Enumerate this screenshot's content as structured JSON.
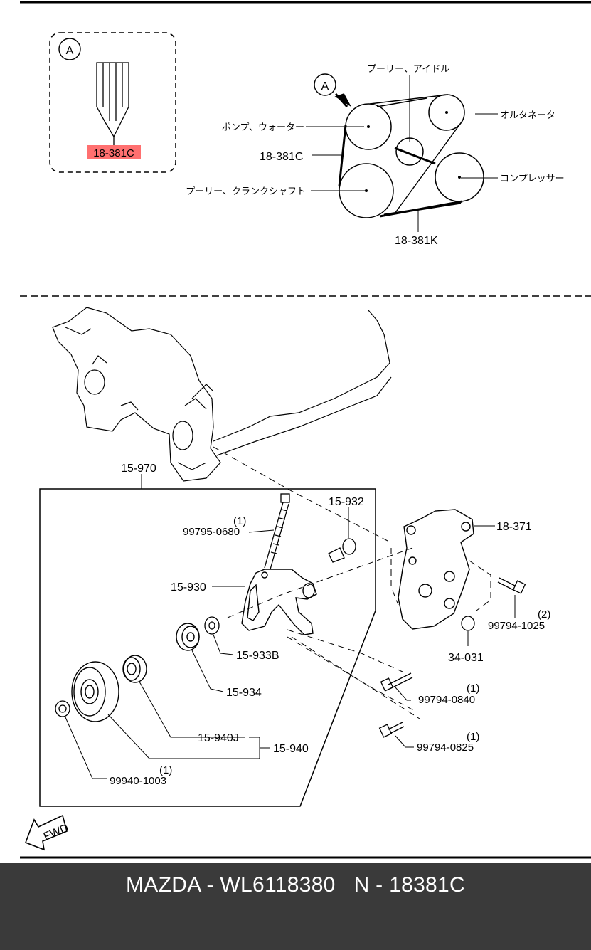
{
  "detail": {
    "marker": "A",
    "part_label": "18-381C"
  },
  "belt_layout": {
    "marker": "A",
    "pulley_idler": "プーリー、アイドル",
    "alternator": "オルタネータ",
    "water_pump": "ポンプ、ウォーター",
    "belt_c": "18-381C",
    "compressor": "コンプレッサー",
    "crankshaft_pulley": "プーリー、クランクシャフト",
    "belt_k": "18-381K"
  },
  "assembly": {
    "group": "15-970",
    "part_15932": "15-932",
    "part_18371": "18-371",
    "bolt_0680_qty": "(1)",
    "bolt_0680": "99795-0680",
    "part_15930": "15-930",
    "bolt_1025_qty": "(2)",
    "bolt_1025": "99794-1025",
    "part_15933b": "15-933B",
    "part_34031": "34-031",
    "part_15934": "15-934",
    "bolt_0840_qty": "(1)",
    "bolt_0840": "99794-0840",
    "bolt_0825_qty": "(1)",
    "bolt_0825": "99794-0825",
    "part_15940j": "15-940J",
    "part_15940": "15-940",
    "nut_1003_qty": "(1)",
    "nut_1003": "99940-1003",
    "fwd": "FWD"
  },
  "footer": {
    "title": "MAZDA - WL6118380   N - 18381C"
  },
  "colors": {
    "highlight": "#ff7070",
    "footer_bg": "#3a3a3a"
  }
}
